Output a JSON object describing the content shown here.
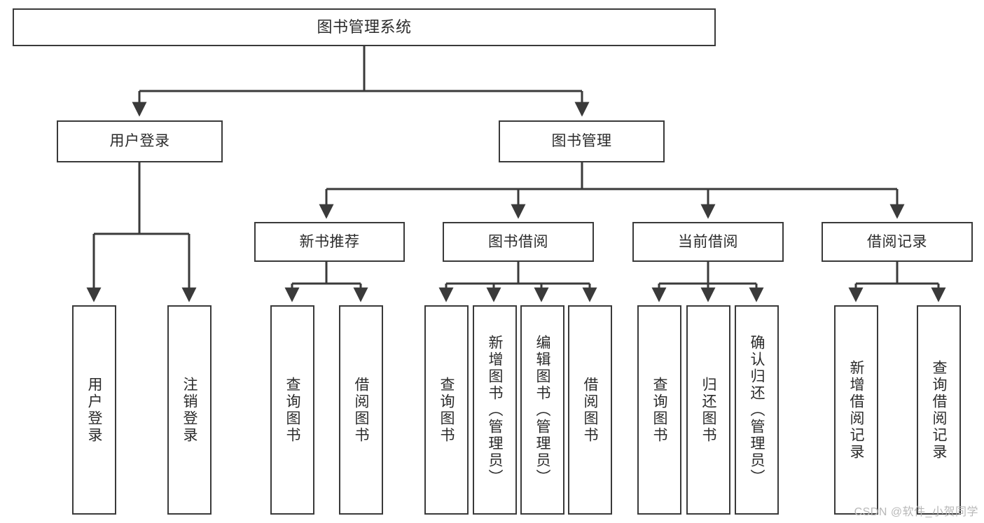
{
  "diagram": {
    "title": "图书管理系统",
    "type": "tree",
    "background": "#ffffff",
    "line_color": "#3a3a3a",
    "box_border_color": "#3a3a3a",
    "box_fill": "#ffffff",
    "text_color": "#2b2b2b"
  },
  "root": {
    "label": "图书管理系统"
  },
  "level2": [
    {
      "label": "用户登录"
    },
    {
      "label": "图书管理"
    }
  ],
  "level3": [
    {
      "label": "新书推荐"
    },
    {
      "label": "图书借阅"
    },
    {
      "label": "当前借阅"
    },
    {
      "label": "借阅记录"
    }
  ],
  "leaves": {
    "user_login": [
      {
        "label": "用户登录"
      },
      {
        "label": "注销登录"
      }
    ],
    "new_book": [
      {
        "label": "查询图书"
      },
      {
        "label": "借阅图书"
      }
    ],
    "borrow": [
      {
        "label": "查询图书"
      },
      {
        "label": "新增图书（管理员）"
      },
      {
        "label": "编辑图书（管理员）"
      },
      {
        "label": "借阅图书"
      }
    ],
    "current": [
      {
        "label": "查询图书"
      },
      {
        "label": "归还图书"
      },
      {
        "label": "确认归还（管理员）"
      }
    ],
    "records": [
      {
        "label": "新增借阅记录"
      },
      {
        "label": "查询借阅记录"
      }
    ]
  },
  "watermark": {
    "text": "CSDN @软件_小贺同学"
  }
}
